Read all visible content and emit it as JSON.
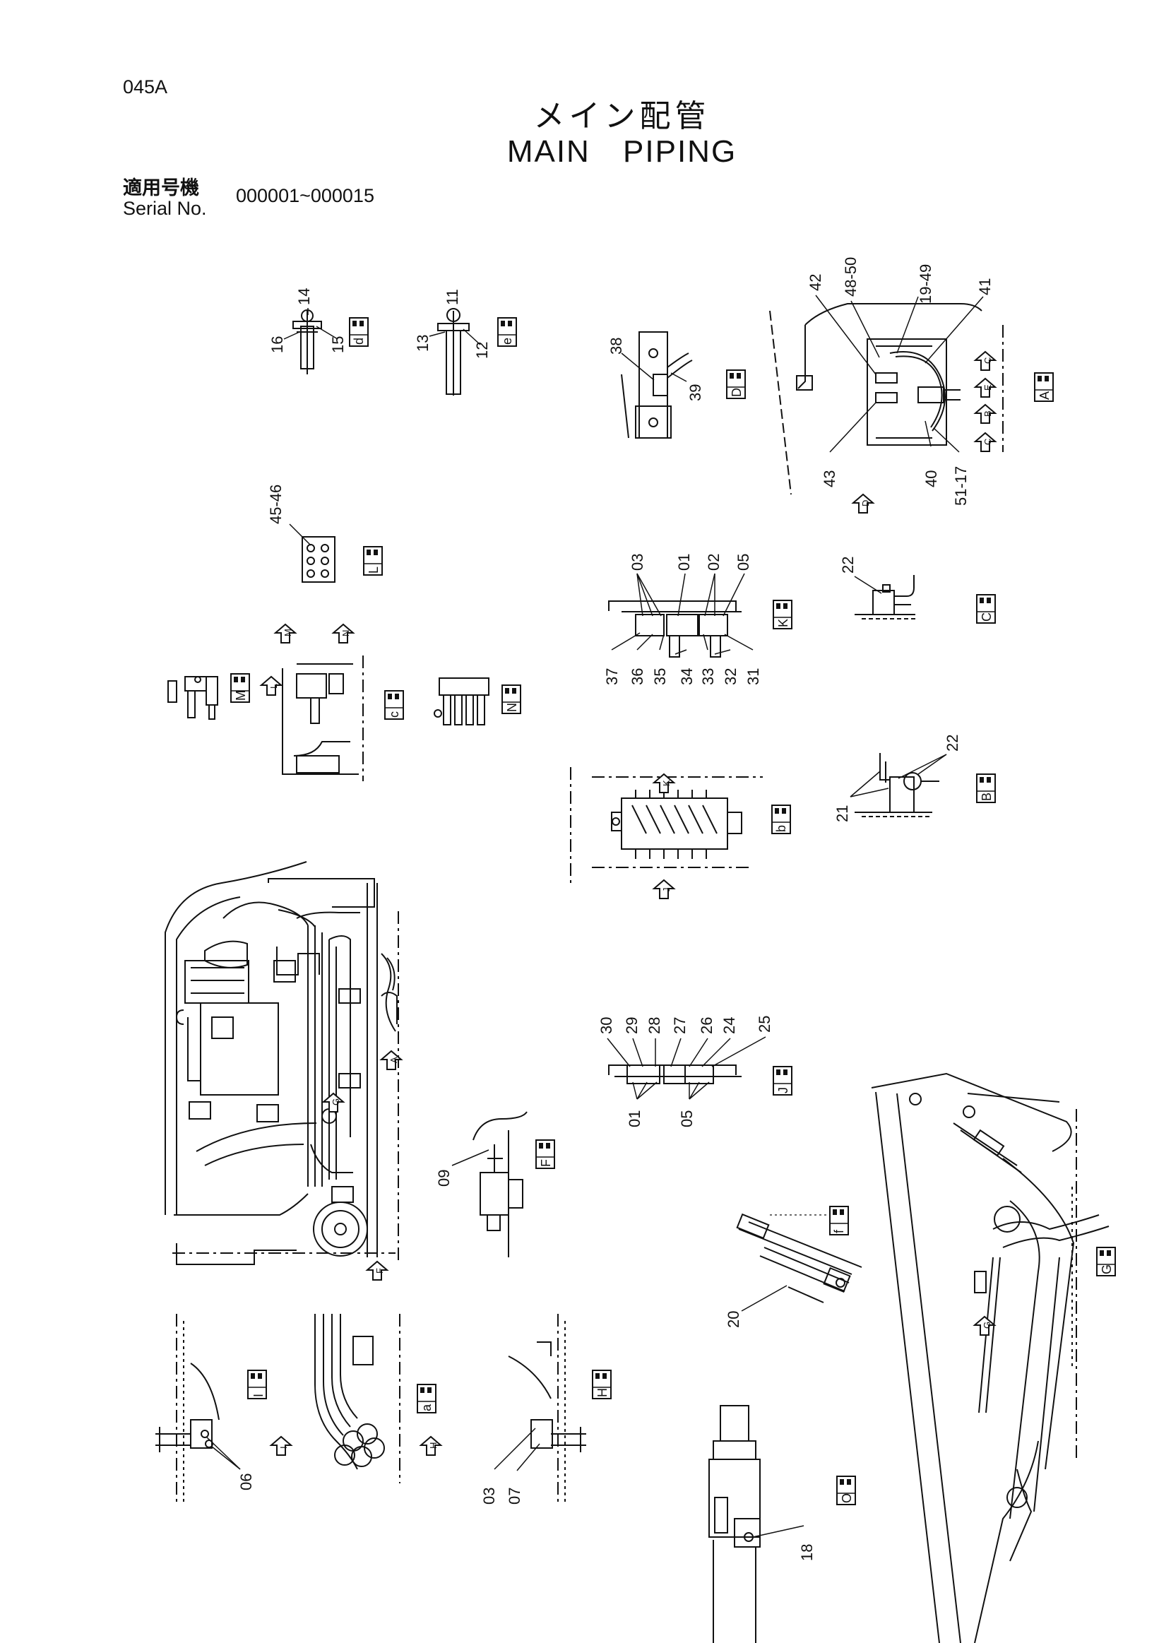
{
  "header": {
    "page_code": "045A",
    "title_jp": "メイン配管",
    "title_en": "MAIN   PIPING",
    "serial_label_jp": "適用号機",
    "serial_label_en": "Serial No.",
    "serial_range": "000001~000015"
  },
  "callouts": {
    "c14": "14",
    "c15": "15",
    "c16": "16",
    "c11": "11",
    "c12": "12",
    "c13": "13",
    "c38": "38",
    "c39": "39",
    "c42": "42",
    "c48_50": "48-50",
    "c19_49": "19-49",
    "c41": "41",
    "c43": "43",
    "c40": "40",
    "c51_17": "51-17",
    "c45_46": "45-46",
    "k03": "03",
    "k01": "01",
    "k02": "02",
    "k05": "05",
    "k37": "37",
    "k36": "36",
    "k35": "35",
    "k34": "34",
    "k33": "33",
    "k32": "32",
    "k31": "31",
    "c22a": "22",
    "c22b": "22",
    "c21": "21",
    "j30": "30",
    "j29": "29",
    "j28": "28",
    "j27": "27",
    "j26": "26",
    "j24": "24",
    "j25": "25",
    "j01": "01",
    "j05": "05",
    "c09": "09",
    "c20": "20",
    "c06": "06",
    "c03": "03",
    "c07": "07",
    "c18": "18"
  },
  "view_tags": {
    "d": "d",
    "e": "e",
    "D": "D",
    "A": "A",
    "L": "L",
    "K": "K",
    "C": "C",
    "M": "M",
    "c": "c",
    "N": "N",
    "B": "B",
    "b": "b",
    "F": "F",
    "J": "J",
    "f": "f",
    "G": "G",
    "I": "I",
    "a": "a",
    "H": "H",
    "O": "O"
  },
  "arrow_letters": {
    "a1": "C",
    "a2": "E",
    "a3": "B",
    "a4": "C",
    "a5": "D",
    "a6": "M",
    "a7": "N",
    "a8": "L",
    "a9": "K",
    "a10": "J",
    "a11": "G",
    "a12": "A",
    "a13": "F",
    "a14": "G",
    "a15": "I",
    "a16": "H"
  }
}
